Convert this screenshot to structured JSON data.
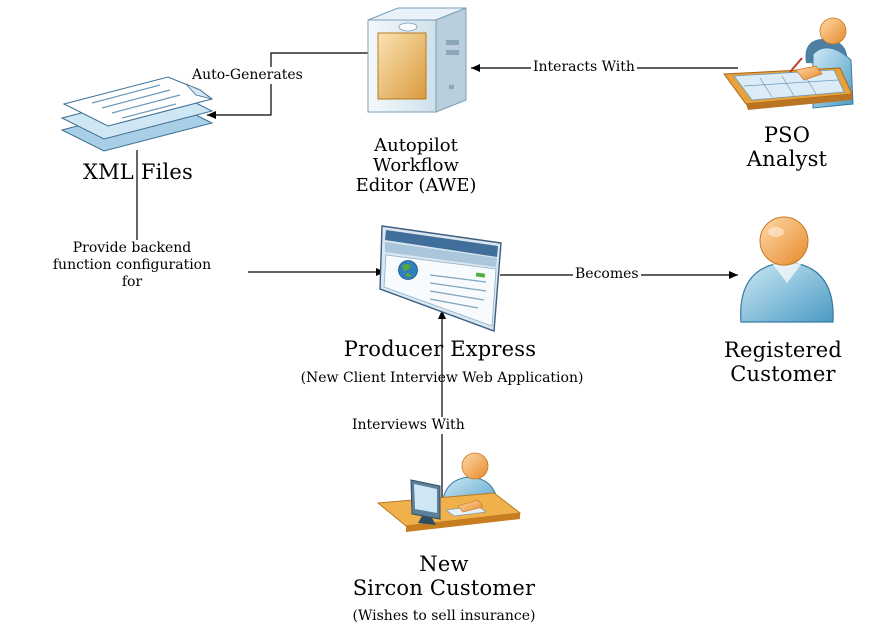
{
  "nodes": {
    "xml_files": {
      "title": "XML Files",
      "icon": "documents-stack-icon"
    },
    "awe": {
      "line1": "Autopilot",
      "line2": "Workflow",
      "line3": "Editor (AWE)",
      "icon": "server-tower-icon"
    },
    "pso_analyst": {
      "line1": "PSO",
      "line2": "Analyst",
      "icon": "person-at-drafting-table-icon"
    },
    "producer_express": {
      "title": "Producer Express",
      "subtitle": "(New Client Interview Web Application)",
      "icon": "web-browser-window-icon"
    },
    "registered_customer": {
      "line1": "Registered",
      "line2": "Customer",
      "icon": "person-icon"
    },
    "new_customer": {
      "line1": "New",
      "line2": "Sircon Customer",
      "subtitle": "(Wishes to sell insurance)",
      "icon": "person-at-computer-icon"
    }
  },
  "edges": {
    "auto_generates": "Auto-Generates",
    "interacts_with": "Interacts With",
    "provide_line1": "Provide backend",
    "provide_line2": "function configuration",
    "provide_line3": "for",
    "becomes": "Becomes",
    "interviews_with": "Interviews With"
  }
}
